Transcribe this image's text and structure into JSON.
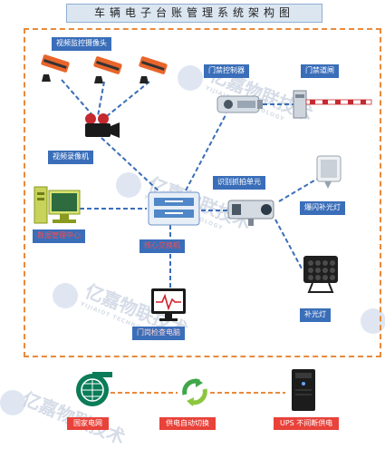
{
  "title": "车辆电子台账管理系统架构图",
  "nodes": {
    "camera_title": "视频监控摄像头",
    "recorder": "视频录像机",
    "access_controller": "门禁控制器",
    "gate": "门禁道闸",
    "recognition_camera": "识别抓拍单元",
    "flash_light": "爆闪补光灯",
    "data_center": "数据管理中心",
    "core_switch": "核心交换机",
    "fill_light": "补光灯",
    "workstation": "门岗检查电脑"
  },
  "power": {
    "grid": "国家电网",
    "auto_switch": "供电自动切换",
    "ups": "UPS 不间断供电"
  },
  "watermark": {
    "brand": "亿嘉物联技术",
    "sub": "YIJIAIOT TECHNOLOGY"
  },
  "colors": {
    "frame": "#e88a3c",
    "label_bg": "#3a6eb9",
    "power_label_bg": "#e8423a",
    "link": "#3a6eb9"
  }
}
